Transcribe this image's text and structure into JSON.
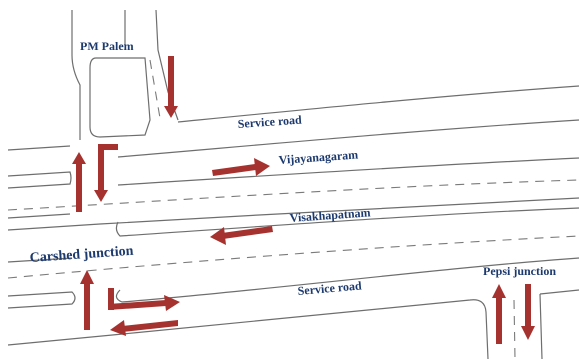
{
  "labels": {
    "pm_palem": "PM Palem",
    "service_road_top": "Service road",
    "vijayanagaram": "Vijayanagaram",
    "visakhapatnam": "Visakhapatnam",
    "carshed_junction": "Carshed junction",
    "service_road_bottom": "Service road",
    "pepsi_junction": "Pepsi junction"
  },
  "colors": {
    "arrow": "#a5322e",
    "road_line": "#6e6e6e",
    "label_text": "#1d3a6e",
    "background": "#ffffff"
  },
  "arrow_directions": {
    "pm_palem_service_lane": "down",
    "carshed_left_up": "up",
    "carshed_hook_down": "down",
    "vijayanagaram_lane": "right",
    "visakhapatnam_lane": "left",
    "carshed_lower_up": "up",
    "carshed_lower_right": "right",
    "carshed_lower_left": "left",
    "pepsi_up": "up",
    "pepsi_down": "down"
  }
}
